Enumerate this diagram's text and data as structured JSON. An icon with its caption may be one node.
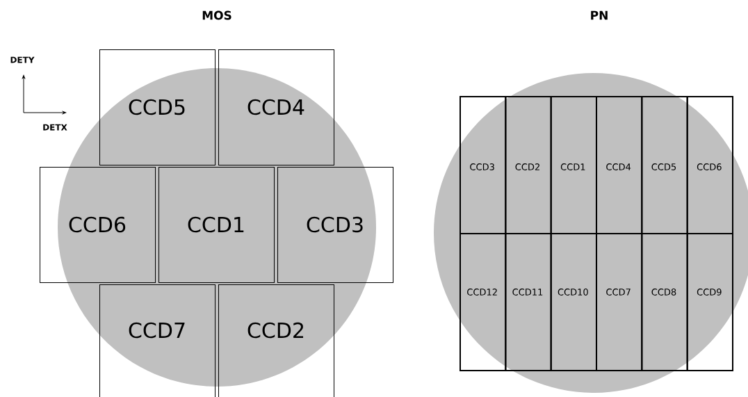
{
  "diagram": {
    "nodes": [
      {
        "text": [
          "CCD5"
        ]
      },
      {
        "text": [
          "CCD4"
        ]
      },
      {
        "text": [
          "CCD6"
        ]
      },
      {
        "text": [
          "CCD1"
        ]
      },
      {
        "text": [
          "CCD3"
        ]
      },
      {
        "text": [
          "CCD7"
        ]
      },
      {
        "text": [
          "CCD2"
        ]
      },
      {
        "text": [
          "CCD3"
        ]
      },
      {
        "text": [
          "CCD2"
        ]
      },
      {
        "text": [
          "CCD1"
        ]
      },
      {
        "text": [
          "CCD4"
        ]
      },
      {
        "text": [
          "CCD5"
        ]
      },
      {
        "text": [
          "CCD6"
        ]
      },
      {
        "text": [
          "CCD12"
        ]
      },
      {
        "text": [
          "CCD11"
        ]
      },
      {
        "text": [
          "CCD10"
        ]
      },
      {
        "text": [
          "CCD7"
        ]
      },
      {
        "text": [
          "CCD8"
        ]
      },
      {
        "text": [
          "CCD9"
        ]
      }
    ],
    "labels": [
      "MOS",
      "PN",
      "DETY",
      "DETX"
    ]
  }
}
